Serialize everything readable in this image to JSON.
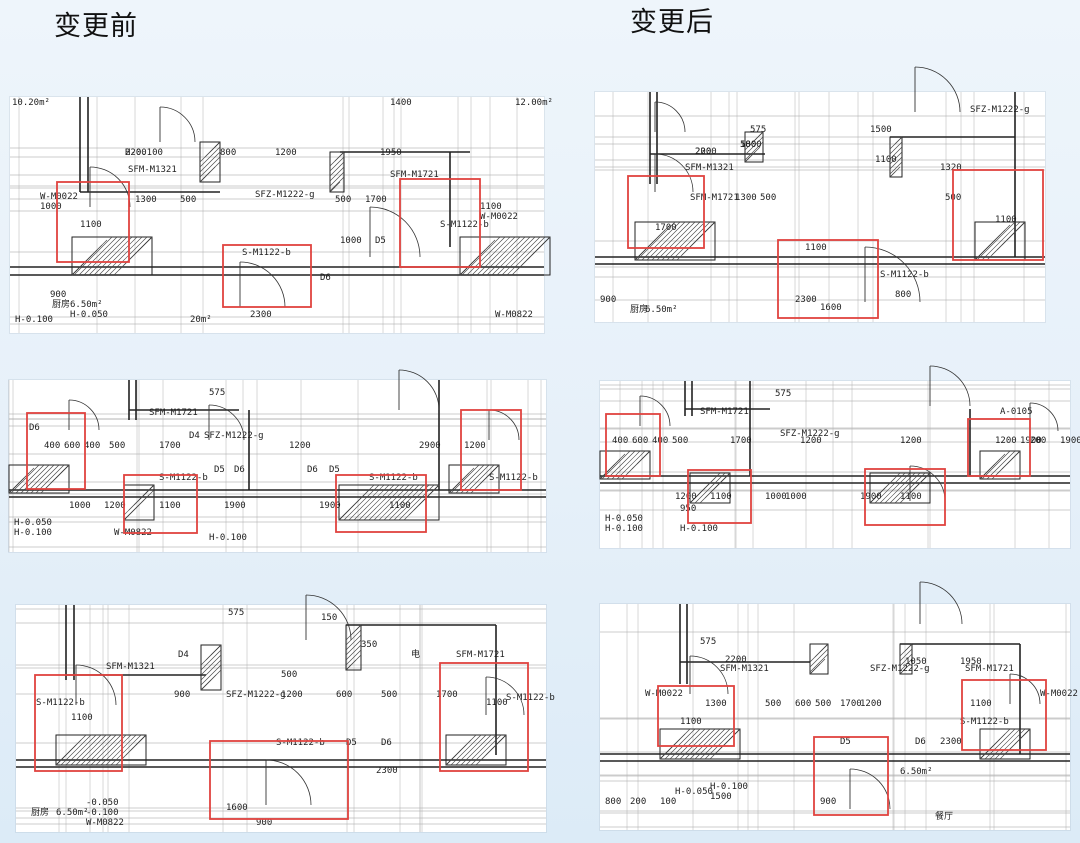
{
  "headings": {
    "before": "变更前",
    "after": "变更后"
  },
  "colors": {
    "highlight": "#e0433f",
    "line": "#222222",
    "hatch": "#444444"
  },
  "panels": {
    "before_1": {
      "labels": [
        "2200",
        "SFM-M1321",
        "800",
        "1200",
        "1950",
        "SFZ-M1222-g",
        "SFM-M1721",
        "1300",
        "500",
        "500",
        "1700",
        "W-M0022",
        "1000",
        "1100",
        "S-M1122-b",
        "S-M1122-b",
        "1100",
        "W-M0022",
        "1000",
        "D5",
        "D6",
        "2300",
        "900",
        "厨房",
        "6.50m²",
        "H-0.050",
        "H-0.100",
        "1400",
        "12.00m²",
        "10.20m²",
        "20m²",
        "W-M0822",
        "H-0.100"
      ]
    },
    "after_1": {
      "labels": [
        "2200",
        "1800",
        "575",
        "SFM-M1321",
        "1500",
        "1100",
        "SFZ-M1222-g",
        "1320",
        "SFM-M1721",
        "1300",
        "500",
        "500",
        "1700",
        "1100",
        "1100",
        "S-M1122-b",
        "2300",
        "1600",
        "900",
        "厨房",
        "6.50m²",
        "800",
        "200",
        "500"
      ]
    },
    "before_2": {
      "labels": [
        "SFM-M1721",
        "SFZ-M1222-g",
        "575",
        "D6",
        "400",
        "600",
        "400",
        "500",
        "1700",
        "D4",
        "1200",
        "2900",
        "1200",
        "S-M1122-b",
        "S-M1122-b",
        "S-M1122-b",
        "D5",
        "D6",
        "D6",
        "D5",
        "1200",
        "1100",
        "1900",
        "1900",
        "1100",
        "1000",
        "H-0.050",
        "H-0.100",
        "W-M0822",
        "H-0.100"
      ]
    },
    "after_2": {
      "labels": [
        "SFM-M1721",
        "SFZ-M1222-g",
        "575",
        "A-0105",
        "400",
        "600",
        "400",
        "500",
        "1700",
        "1200",
        "1200",
        "1900",
        "1200",
        "200",
        "1900",
        "1000",
        "1200",
        "1100",
        "1000",
        "1900",
        "1100",
        "H-0.050",
        "H-0.100",
        "H-0.100",
        "950"
      ]
    },
    "before_3": {
      "labels": [
        "575",
        "150",
        "D4",
        "SFM-M1321",
        "350",
        "电",
        "SFM-M1721",
        "500",
        "900",
        "SFZ-M1222-g",
        "1200",
        "600",
        "500",
        "1700",
        "S-M1122-b",
        "1100",
        "1100",
        "S-M1122-b",
        "S-M1122-b",
        "D5",
        "D6",
        "2300",
        "1600",
        "900",
        "厨房",
        "6.50m²",
        "-0.050",
        "-0.100",
        "W-M0822"
      ]
    },
    "after_3": {
      "labels": [
        "2200",
        "575",
        "1050",
        "1950",
        "SFM-M1321",
        "SFZ-M1222-g",
        "SFM-M1721",
        "W-M0022",
        "W-M0022",
        "1300",
        "500",
        "600",
        "500",
        "1700",
        "1200",
        "1100",
        "1100",
        "S-M1122-b",
        "D5",
        "D6",
        "2300",
        "6.50m²",
        "H-0.050",
        "H-0.100",
        "1500",
        "800",
        "200",
        "100",
        "900",
        "餐厅"
      ]
    }
  }
}
